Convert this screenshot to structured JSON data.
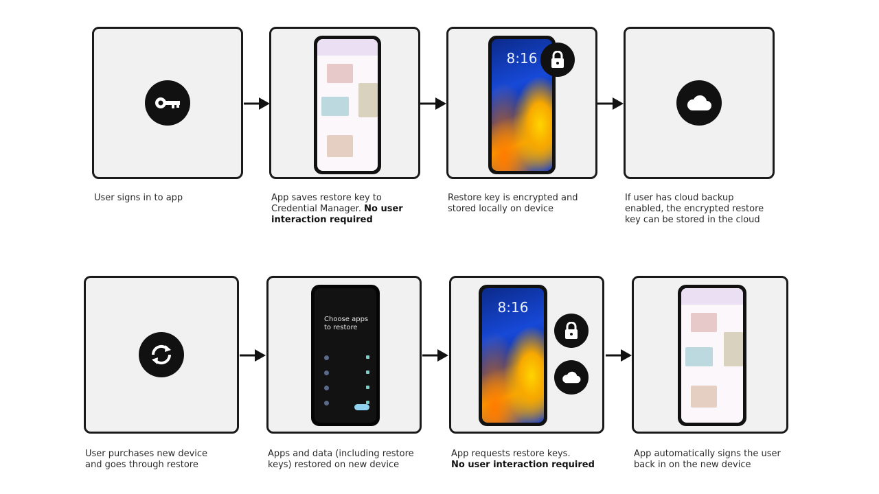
{
  "steps_top": [
    {
      "caption_plain": "User signs in to app",
      "caption_bold": ""
    },
    {
      "caption_plain": "App saves restore key to Credential Manager. ",
      "caption_bold": "No user interaction required"
    },
    {
      "caption_plain": "Restore key is encrypted and stored locally on device",
      "caption_bold": ""
    },
    {
      "caption_plain": "If user has cloud backup enabled, the encrypted restore key can be stored in the cloud",
      "caption_bold": ""
    }
  ],
  "steps_bottom": [
    {
      "caption_plain": "User purchases new device and goes through restore",
      "caption_bold": ""
    },
    {
      "caption_plain": "Apps and data (including restore keys) restored on new device",
      "caption_bold": ""
    },
    {
      "caption_plain": "App requests restore keys.",
      "caption_bold": "No user interaction required"
    },
    {
      "caption_plain": "App automatically signs the user back in on the new device",
      "caption_bold": ""
    }
  ],
  "lockscreen": {
    "time": "8:16"
  },
  "restore_screen": {
    "title": "Choose apps to restore"
  },
  "icons": {
    "step1": "key-icon",
    "step3_badge": "lock-icon",
    "step4": "cloud-icon",
    "step5": "sync-icon",
    "step7_badges": [
      "lock-icon",
      "cloud-icon"
    ]
  },
  "colors": {
    "card_bg": "#f1f1f1",
    "border": "#1a1a1a",
    "icon_bg": "#111111"
  }
}
